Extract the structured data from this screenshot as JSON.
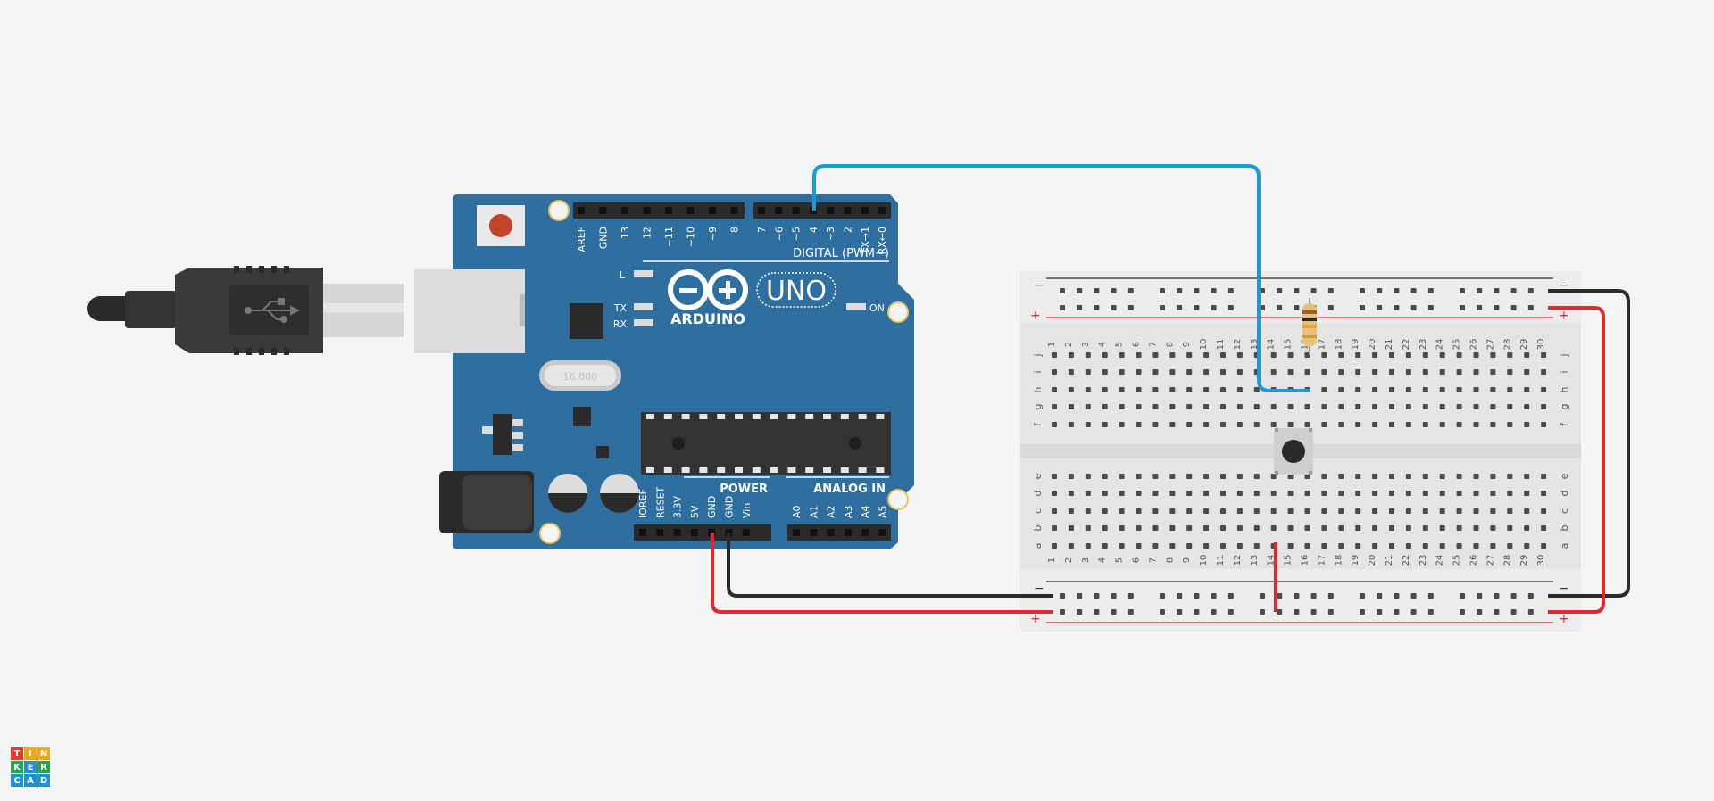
{
  "usb_cable": {
    "name": "USB Cable"
  },
  "arduino": {
    "brand": "ARDUINO",
    "model": "UNO",
    "crystal": "16.000",
    "digital_label": "DIGITAL (PWM~)",
    "power_label": "POWER",
    "analog_label": "ANALOG IN",
    "led_l": "L",
    "led_tx": "TX",
    "led_rx": "RX",
    "led_on": "ON",
    "digital_pins_left": [
      "AREF",
      "GND",
      "13",
      "12",
      "~11",
      "~10",
      "~9",
      "8"
    ],
    "digital_pins_right": [
      "7",
      "~6",
      "~5",
      "4",
      "~3",
      "2",
      "TX→1",
      "RX←0"
    ],
    "power_pins": [
      "IOREF",
      "RESET",
      "3.3V",
      "5V",
      "GND",
      "GND",
      "Vin"
    ],
    "analog_pins": [
      "A0",
      "A1",
      "A2",
      "A3",
      "A4",
      "A5"
    ]
  },
  "breadboard": {
    "row_letters_top": [
      "j",
      "i",
      "h",
      "g",
      "f"
    ],
    "row_letters_bottom": [
      "e",
      "d",
      "c",
      "b",
      "a"
    ],
    "columns": [
      "1",
      "2",
      "3",
      "4",
      "5",
      "6",
      "7",
      "8",
      "9",
      "10",
      "11",
      "12",
      "13",
      "14",
      "15",
      "16",
      "17",
      "18",
      "19",
      "20",
      "21",
      "22",
      "23",
      "24",
      "25",
      "26",
      "27",
      "28",
      "29",
      "30"
    ],
    "rail_minus": "−",
    "rail_plus": "+"
  },
  "colors": {
    "board": "#2f6f9f",
    "wire_blue": "#1a9ad6",
    "wire_red": "#e0282e",
    "wire_black": "#2b2b2b",
    "background": "#f3f4f6"
  },
  "logo": {
    "letters": [
      "T",
      "I",
      "N",
      "K",
      "E",
      "R",
      "C",
      "A",
      "D"
    ]
  }
}
